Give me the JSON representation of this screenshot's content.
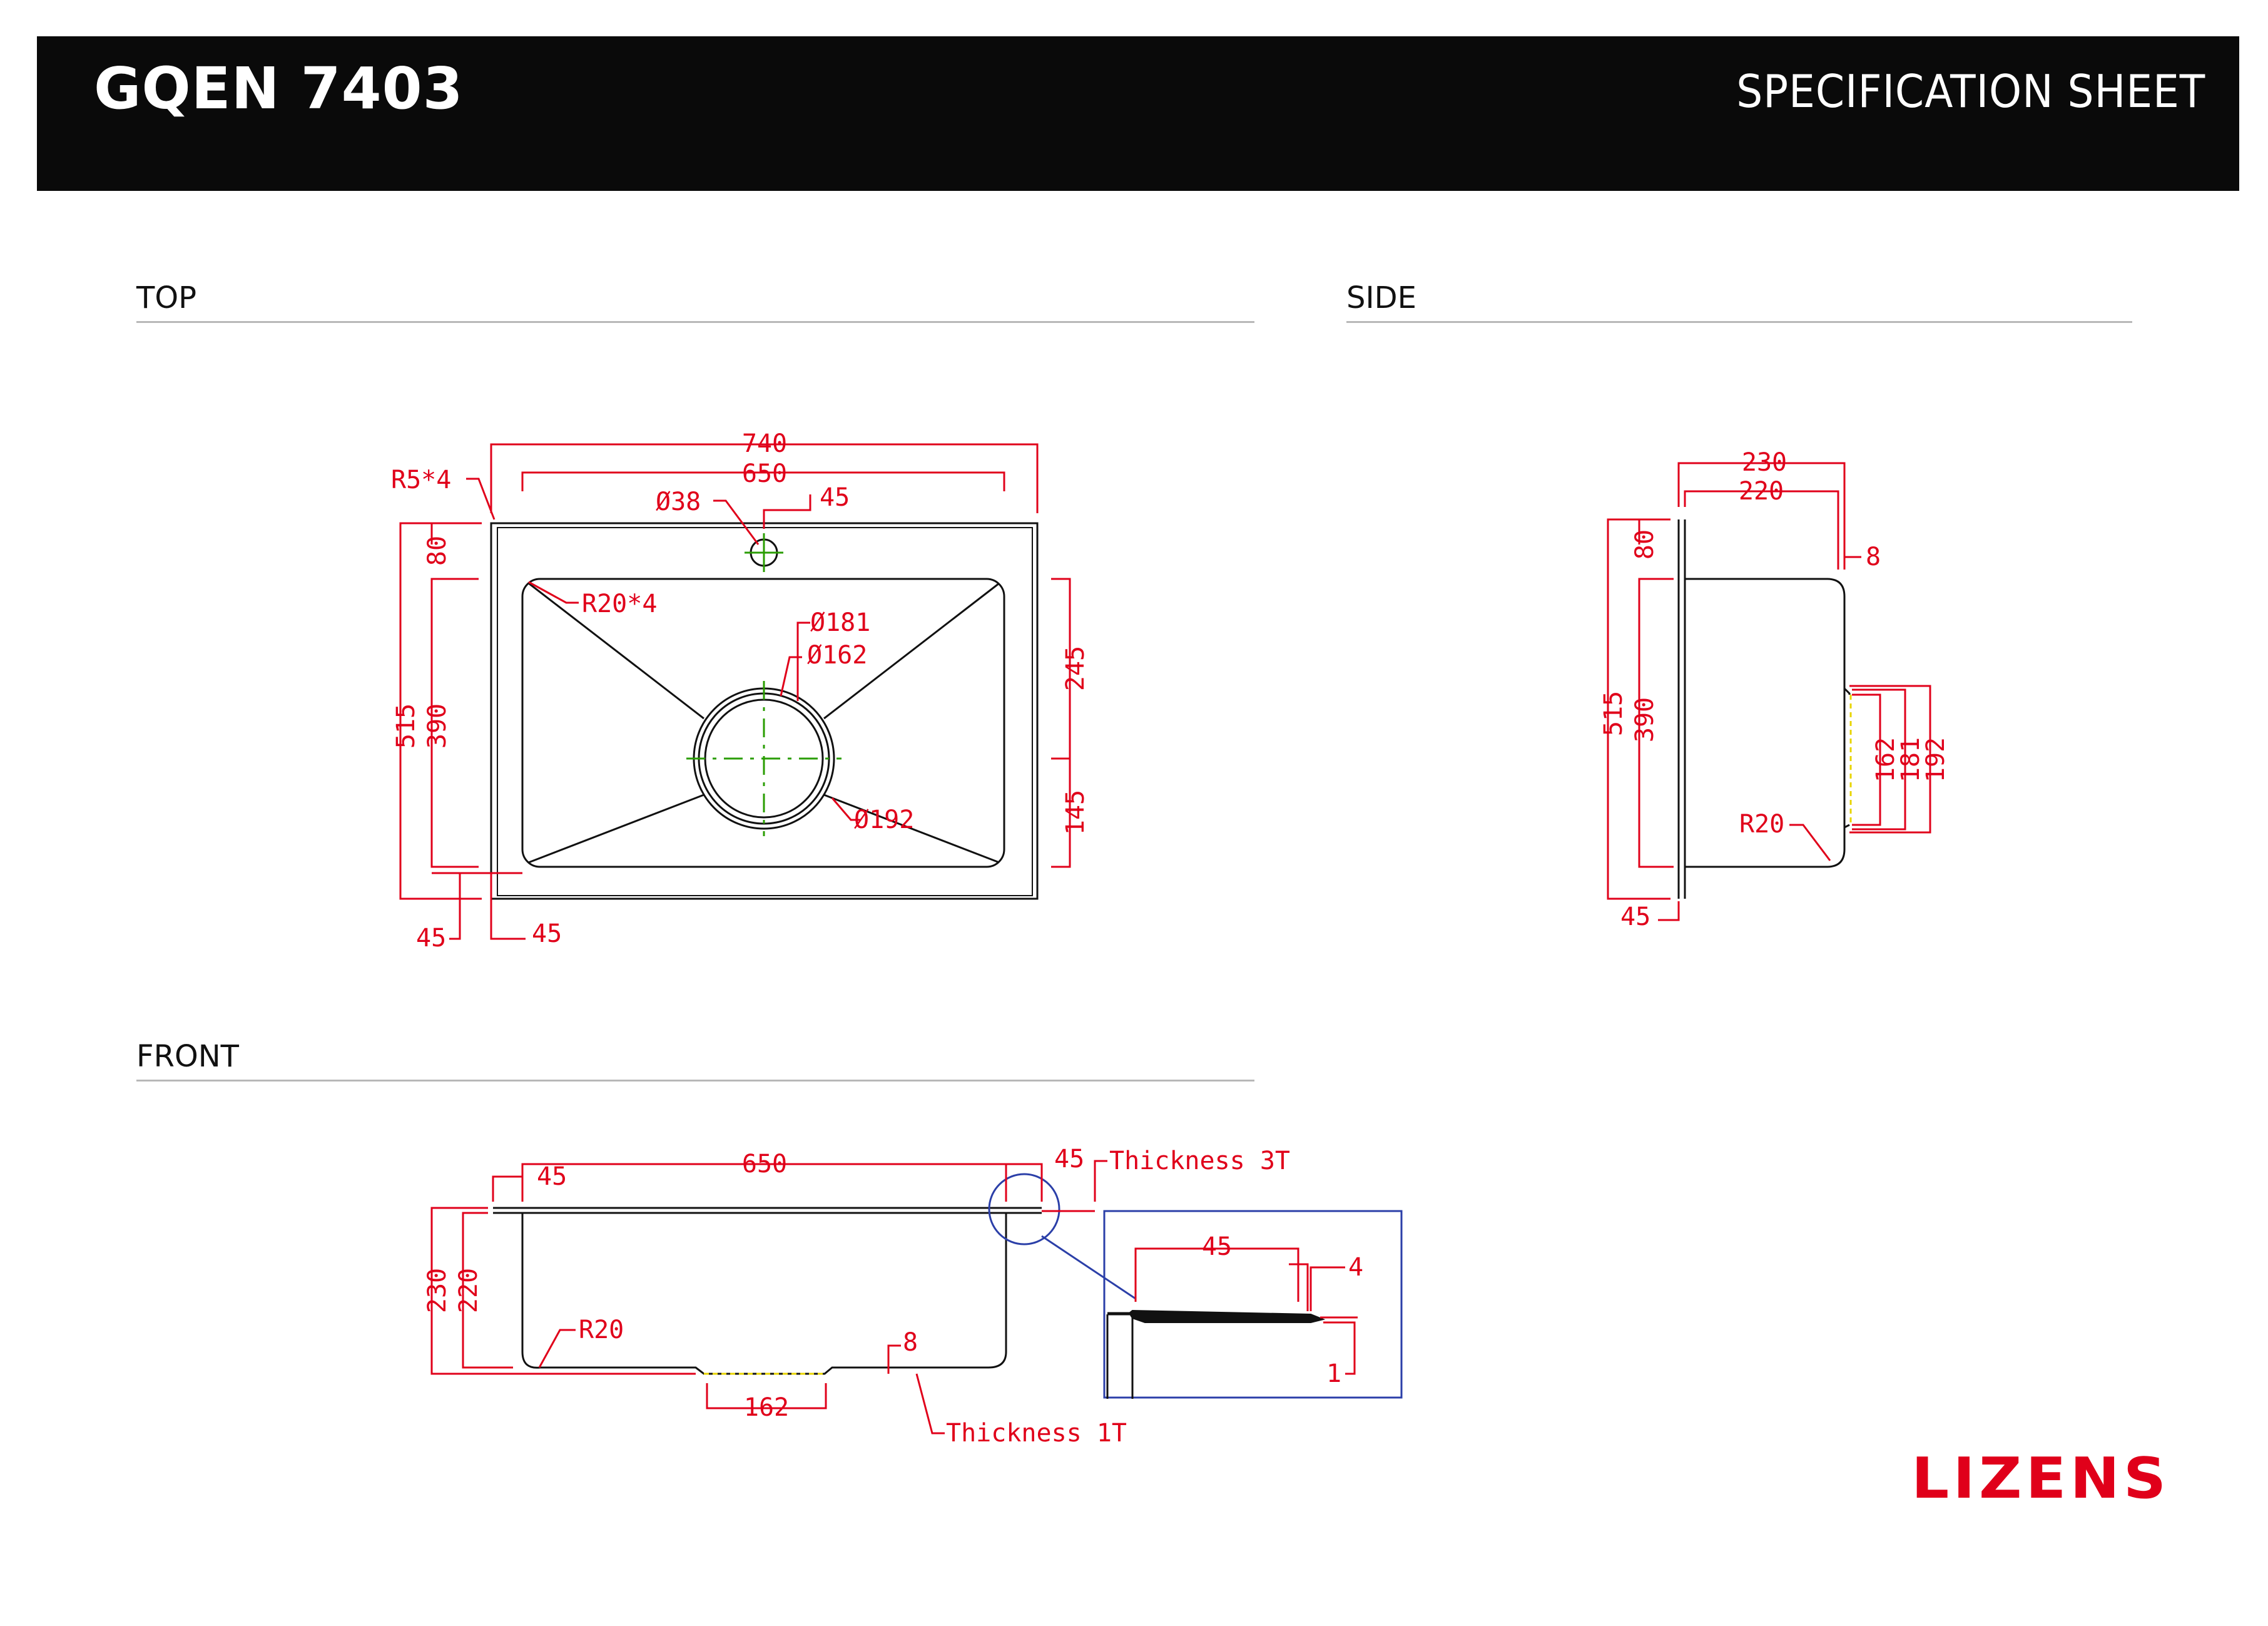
{
  "header": {
    "model": "GQEN 7403",
    "title": "SPECIFICATION SHEET"
  },
  "sections": {
    "top": "TOP",
    "side": "SIDE",
    "front": "FRONT"
  },
  "colors": {
    "dimension": "#e0001a",
    "outline": "#111111",
    "center": "#2a9d00",
    "detail_frame": "#2b3fa8",
    "dashed": "#e8d400"
  },
  "top_view": {
    "d740": "740",
    "d650": "650",
    "r5": "R5*4",
    "d38": "Ø38",
    "d45a": "45",
    "d80": "80",
    "r20": "R20*4",
    "d181": "Ø181",
    "d162": "Ø162",
    "d515": "515",
    "d390": "390",
    "d245": "245",
    "d145": "145",
    "d192": "Ø192",
    "d45b": "45",
    "d45c": "45"
  },
  "side_view": {
    "d230": "230",
    "d220": "220",
    "d8": "8",
    "d80": "80",
    "d515": "515",
    "d390": "390",
    "d162": "162",
    "d181": "181",
    "d192": "192",
    "r20": "R20",
    "d45": "45"
  },
  "front_view": {
    "d650": "650",
    "d45a": "45",
    "d45b": "45",
    "thick3": "Thickness 3T",
    "d230": "230",
    "d220": "220",
    "r20": "R20",
    "d8": "8",
    "d162": "162",
    "thick1": "Thickness 1T",
    "detail": {
      "d45": "45",
      "d4": "4",
      "d1": "1"
    }
  },
  "logo": "LIZENS"
}
